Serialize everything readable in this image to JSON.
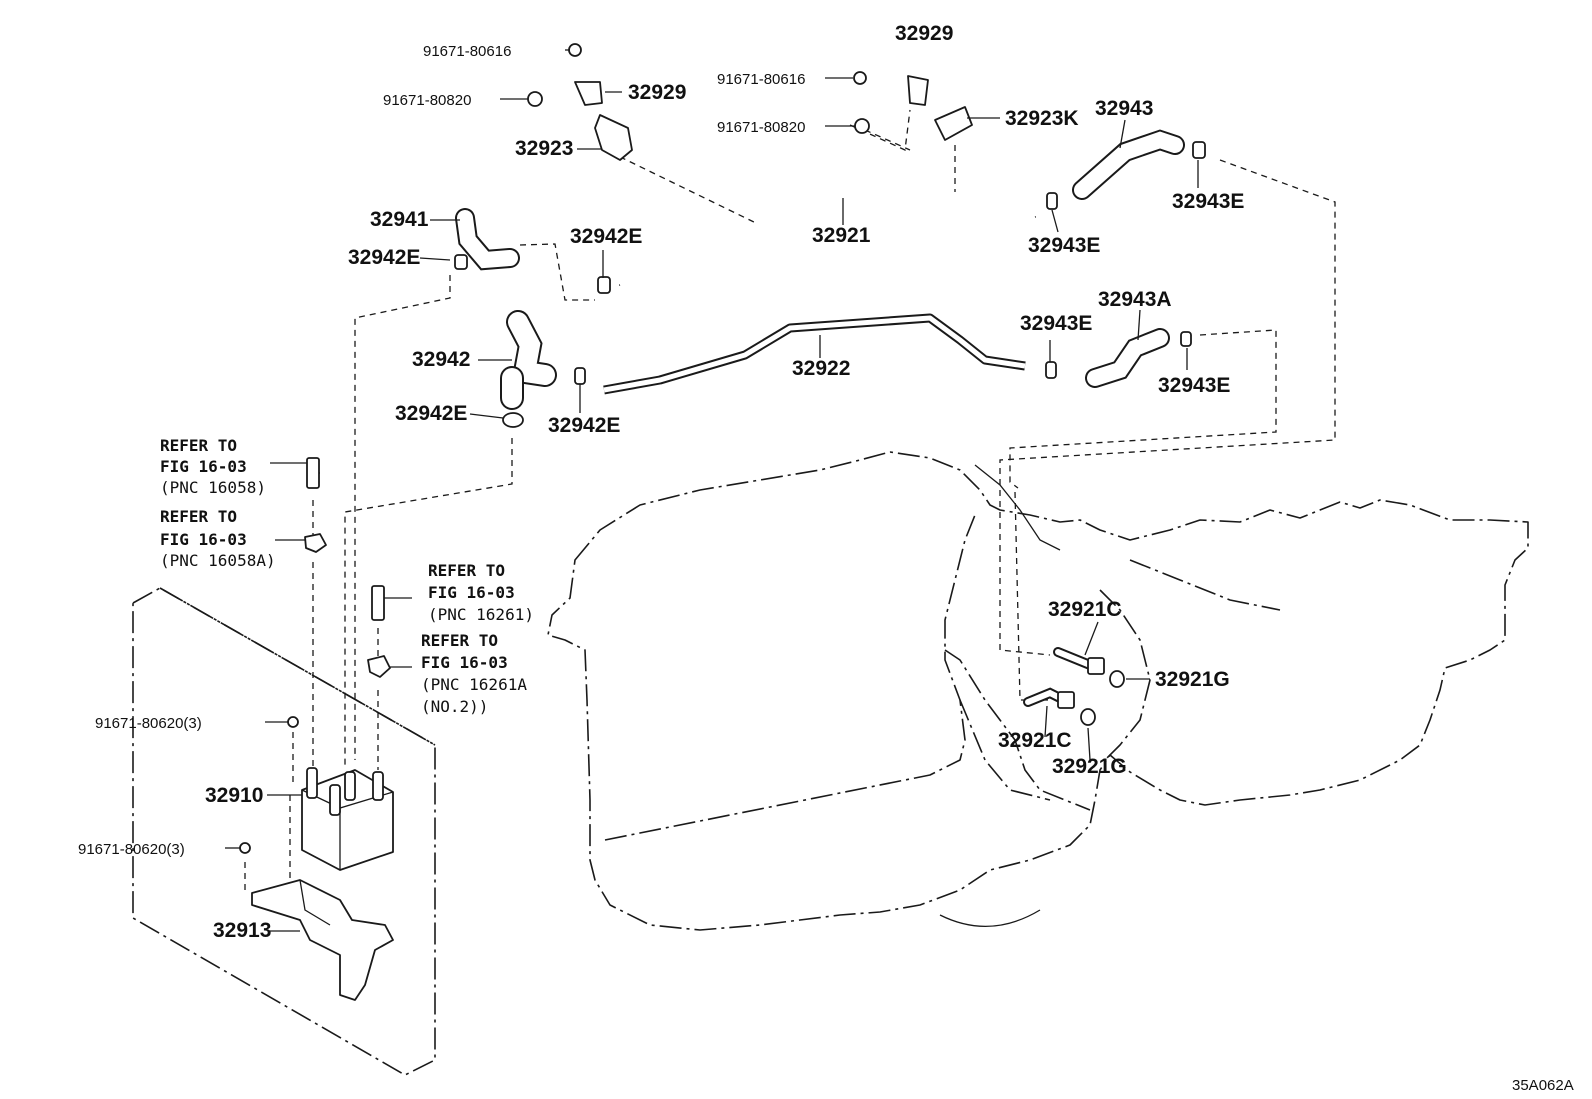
{
  "callouts": {
    "c_32929_a": "32929",
    "c_32929_b": "32929",
    "c_32923": "32923",
    "c_32923K": "32923K",
    "c_32943": "32943",
    "c_32943E_a": "32943E",
    "c_32943E_b": "32943E",
    "c_32943E_c": "32943E",
    "c_32943E_d": "32943E",
    "c_32943A": "32943A",
    "c_32941": "32941",
    "c_32942E_a": "32942E",
    "c_32942E_b": "32942E",
    "c_32942E_c": "32942E",
    "c_32942E_d": "32942E",
    "c_32921": "32921",
    "c_32922": "32922",
    "c_32942": "32942",
    "c_32921C_a": "32921C",
    "c_32921C_b": "32921C",
    "c_32921G_a": "32921G",
    "c_32921G_b": "32921G",
    "c_32910": "32910",
    "c_32913": "32913",
    "bolt_616_a": "91671-80616",
    "bolt_820_a": "91671-80820",
    "bolt_616_b": "91671-80616",
    "bolt_820_b": "91671-80820",
    "bolt_620_a": "91671-80620(3)",
    "bolt_620_b": "91671-80620(3)"
  },
  "references": {
    "r1": {
      "line1": "REFER TO",
      "line2": "FIG 16-03",
      "line3": "(PNC 16058)"
    },
    "r2": {
      "line1": "REFER TO",
      "line2": "FIG 16-03",
      "line3": "(PNC 16058A)"
    },
    "r3": {
      "line1": "REFER TO",
      "line2": "FIG 16-03",
      "line3": "(PNC 16261)"
    },
    "r4": {
      "line1": "REFER TO",
      "line2": "FIG 16-03",
      "line3": "(PNC 16261A",
      "line4": "(NO.2))"
    }
  },
  "diagram_code": "35A062A"
}
